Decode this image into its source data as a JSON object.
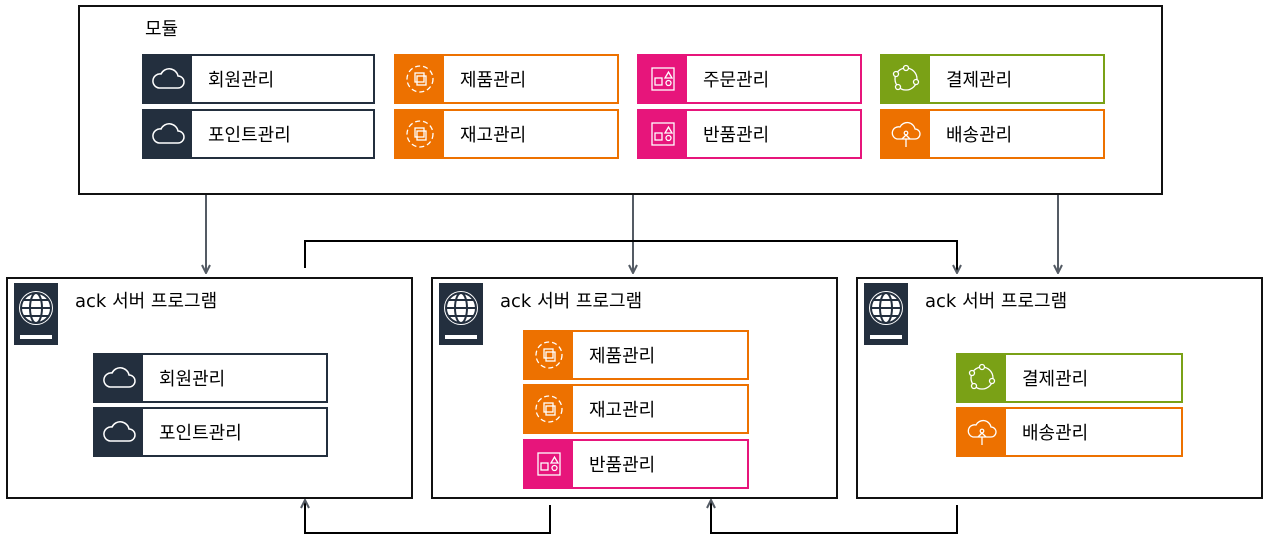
{
  "colors": {
    "dark": "#232f3e",
    "orange": "#ed7100",
    "pink": "#e7157b",
    "green": "#7aa116",
    "line": "#545b64"
  },
  "top": {
    "title": "모듈",
    "modules": [
      {
        "label": "회원관리",
        "icon": "cloud-icon"
      },
      {
        "label": "포인트관리",
        "icon": "cloud-icon"
      },
      {
        "label": "제품관리",
        "icon": "cube-target-icon"
      },
      {
        "label": "재고관리",
        "icon": "cube-target-icon"
      },
      {
        "label": "주문관리",
        "icon": "shapes-icon"
      },
      {
        "label": "반품관리",
        "icon": "shapes-icon"
      },
      {
        "label": "결제관리",
        "icon": "cycle-nodes-icon"
      },
      {
        "label": "배송관리",
        "icon": "cloud-tree-icon"
      }
    ]
  },
  "servers": [
    {
      "title": "ack 서버 프로그램",
      "modules": [
        {
          "label": "회원관리"
        },
        {
          "label": "포인트관리"
        }
      ]
    },
    {
      "title": "ack 서버 프로그램",
      "modules": [
        {
          "label": "제품관리"
        },
        {
          "label": "재고관리"
        },
        {
          "label": "반품관리"
        }
      ]
    },
    {
      "title": "ack 서버 프로그램",
      "modules": [
        {
          "label": "결제관리"
        },
        {
          "label": "배송관리"
        }
      ]
    }
  ]
}
